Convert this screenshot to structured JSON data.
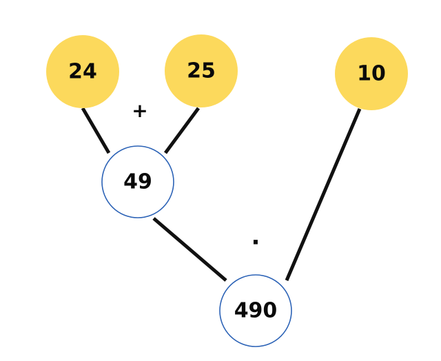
{
  "diagram": {
    "inputs": [
      {
        "label": "24"
      },
      {
        "label": "25"
      },
      {
        "label": "10"
      }
    ],
    "operations": [
      {
        "symbol": "+"
      },
      {
        "symbol": "·"
      }
    ],
    "results": [
      {
        "label": "49"
      },
      {
        "label": "490"
      }
    ],
    "colors": {
      "input_fill": "#fcd95c",
      "result_fill": "#ffffff",
      "result_stroke": "#2b62b6",
      "line": "#111111",
      "text": "#0a0a0a"
    }
  }
}
